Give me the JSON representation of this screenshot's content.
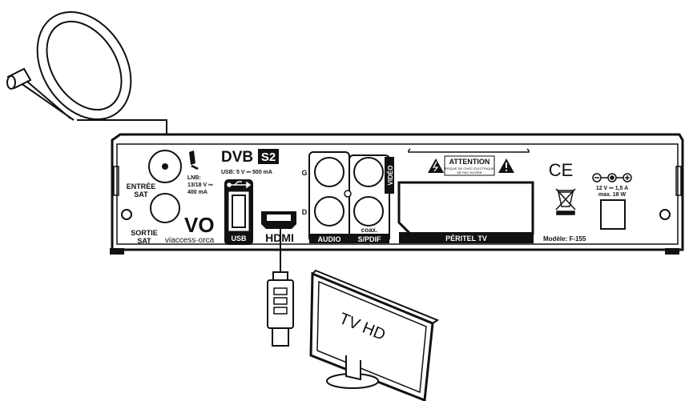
{
  "ports": {
    "entree_line1": "ENTRÉE",
    "entree_line2": "SAT",
    "sortie_line1": "SORTIE",
    "sortie_line2": "SAT",
    "lnb_line1": "LNB:",
    "lnb_line2": "13/18 V ⎓",
    "lnb_line3": "400 mA",
    "usb_spec": "USB: 5 V ⎓ 500 mA",
    "usb_label": "USB",
    "hdmi_label": "HDMI",
    "audio_label": "AUDIO",
    "audio_g": "G",
    "audio_d": "D",
    "video_label": "VIDÉO",
    "spdif_line1": "coax.",
    "spdif_line2": "S/PDIF",
    "peritel_label": "PÉRITEL TV",
    "power_line1": "12 V ⎓  1,5 A",
    "power_line2": "max. 18 W",
    "model": "Modèle: F-155"
  },
  "logos": {
    "dvb_left": "DVB",
    "dvb_right": "S2",
    "vo": "VO",
    "viaccess": "viaccess·orca",
    "ce": "CE"
  },
  "warning": {
    "title": "ATTENTION",
    "line1": "RISQUE DE CHOC ÉLECTRIQUE",
    "line2": "NE PAS OUVRIR"
  },
  "tv": {
    "label": "TV HD"
  },
  "icons": {
    "satellite_dish": "satellite-dish-icon",
    "hdmi_plug": "hdmi-plug-icon",
    "television": "television-icon",
    "usb_symbol": "usb-symbol-icon",
    "weee": "crossed-bin-icon",
    "polarity": "polarity-icon"
  }
}
